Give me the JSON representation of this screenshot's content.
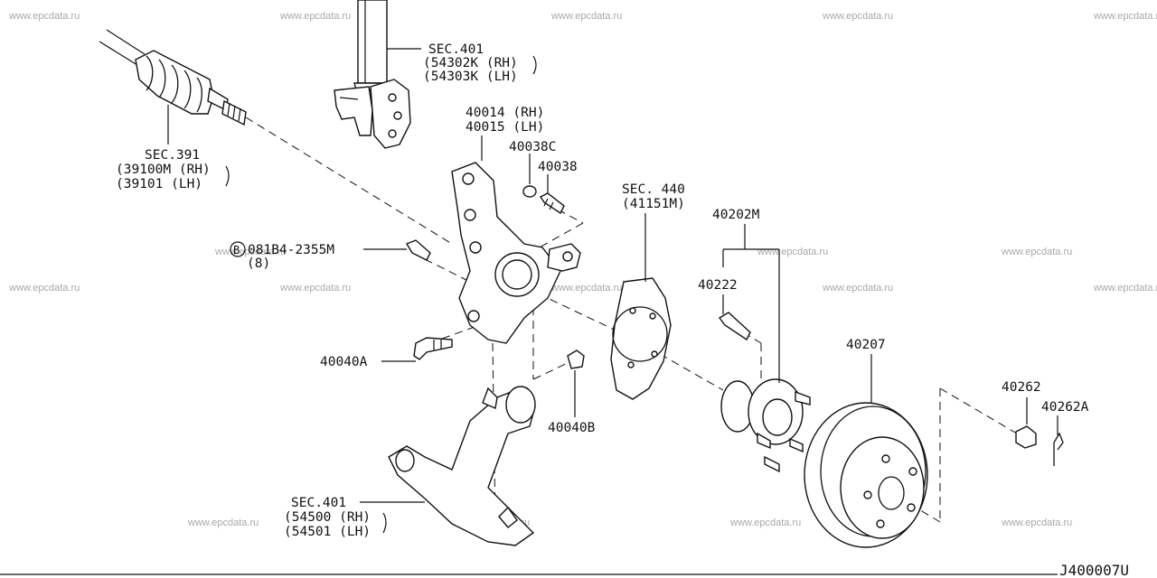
{
  "watermark": "www.epcdata.ru",
  "diagram_code": "J400007U",
  "labels": {
    "sec401_strut": [
      "SEC.401",
      "(54302K (RH)",
      "(54303K (LH)"
    ],
    "sec391": [
      "SEC.391",
      "(39100M (RH)",
      "(39101  (LH)"
    ],
    "k40014": "40014 (RH)",
    "k40015": "40015 (LH)",
    "k40038c": "40038C",
    "k40038": "40038",
    "bolt_symbol": "B",
    "bolt_code": "081B4-2355M",
    "bolt_qty": "(8)",
    "k40040a": "40040A",
    "k40040b": "40040B",
    "sec440": [
      "SEC. 440",
      "(41151M)"
    ],
    "k40202m": "40202M",
    "k40222": "40222",
    "k40207": "40207",
    "k40262": "40262",
    "k40262a": "40262A",
    "sec401_arm": [
      "SEC.401",
      "(54500 (RH)",
      "(54501 (LH)"
    ]
  }
}
